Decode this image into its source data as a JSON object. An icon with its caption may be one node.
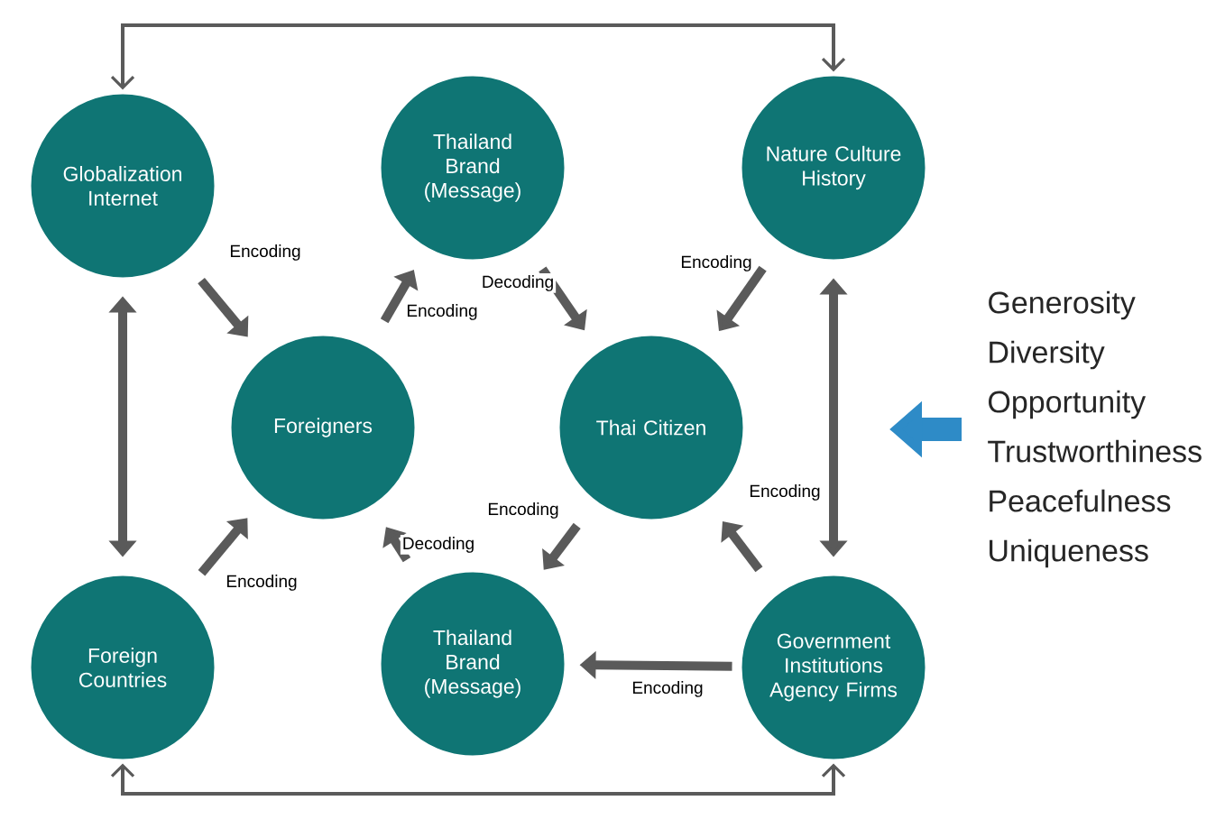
{
  "diagram": {
    "nodes": [
      {
        "text": [
          "Globalization Internet"
        ]
      },
      {
        "text": [
          "Thailand Brand (Message)"
        ]
      },
      {
        "text": [
          "Nature Culture History"
        ]
      },
      {
        "text": [
          "Foreigners"
        ]
      },
      {
        "text": [
          "Thai Citizen"
        ]
      },
      {
        "text": [
          "Foreign Countries"
        ]
      },
      {
        "text": [
          "Thailand Brand (Message)"
        ]
      },
      {
        "text": [
          "Government Institutions Agency Firms"
        ]
      },
      {
        "text": [
          "Generosity",
          "Diversity",
          "Opportunity",
          "Trustworthiness",
          "Peacefulness",
          "Uniqueness"
        ]
      }
    ],
    "edges": [
      {
        "from": 0,
        "to": 2,
        "arrow": "both"
      },
      {
        "from": 0,
        "to": 5,
        "arrow": "both"
      },
      {
        "from": 0,
        "to": 3,
        "arrow": "to",
        "label": "Encoding"
      },
      {
        "from": 3,
        "to": 1,
        "arrow": "to",
        "label": "Encoding"
      },
      {
        "from": 1,
        "to": 4,
        "arrow": "to",
        "label": "Decoding"
      },
      {
        "from": 2,
        "to": 4,
        "arrow": "to",
        "label": "Encoding"
      },
      {
        "from": 8,
        "to": null,
        "arrow": "to",
        "style": "thick",
        "color": "#2e8bc7"
      },
      {
        "from": 5,
        "to": 3,
        "arrow": "to",
        "label": "Encoding"
      },
      {
        "from": 6,
        "to": 3,
        "arrow": "to",
        "label": "Decoding"
      },
      {
        "from": 4,
        "to": 6,
        "arrow": "to",
        "label": "Encoding"
      },
      {
        "from": 2,
        "to": 7,
        "arrow": "both"
      },
      {
        "from": 7,
        "to": 4,
        "arrow": "to",
        "label": "Encoding"
      },
      {
        "from": 7,
        "to": 6,
        "arrow": "to",
        "label": "Encoding"
      },
      {
        "from": 5,
        "to": 7,
        "arrow": "both"
      }
    ]
  }
}
